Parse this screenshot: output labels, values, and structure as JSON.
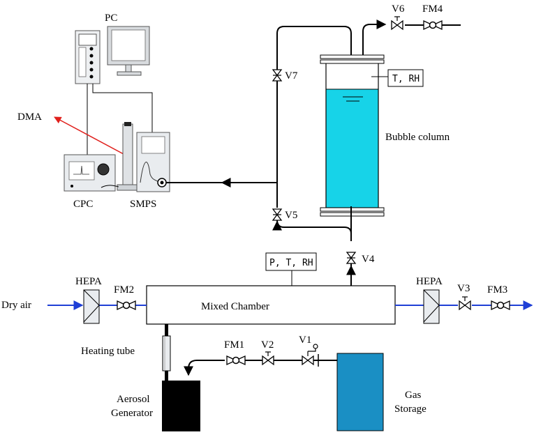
{
  "labels": {
    "pc": "PC",
    "dma": "DMA",
    "cpc": "CPC",
    "smps": "SMPS",
    "v6": "V6",
    "fm4": "FM4",
    "v7": "V7",
    "t_rh": "T, RH",
    "bubble_column": "Bubble column",
    "v5": "V5",
    "v4": "V4",
    "p_t_rh": "P, T, RH",
    "hepa_left": "HEPA",
    "fm2": "FM2",
    "dry_air": "Dry air",
    "mixed_chamber": "Mixed Chamber",
    "hepa_right": "HEPA",
    "v3": "V3",
    "fm3": "FM3",
    "heating_tube": "Heating tube",
    "fm1": "FM1",
    "v2": "V2",
    "v1": "V1",
    "aerosol_line1": "Aerosol",
    "aerosol_line2": "Generator",
    "gas_line1": "Gas",
    "gas_line2": "Storage"
  },
  "colors": {
    "water": "#17d3e8",
    "gas_storage": "#1a8fc4",
    "aerosol_generator": "#000000",
    "air_line": "#1f3fd6",
    "dma_arrow": "#e0201c",
    "equipment_fill": "#e9ecef"
  },
  "icons": [
    "valve-icon",
    "flowmeter-icon",
    "hepa-filter-icon",
    "check-valve-icon",
    "pc-icon",
    "monitor-icon",
    "cpc-icon",
    "smps-icon"
  ]
}
